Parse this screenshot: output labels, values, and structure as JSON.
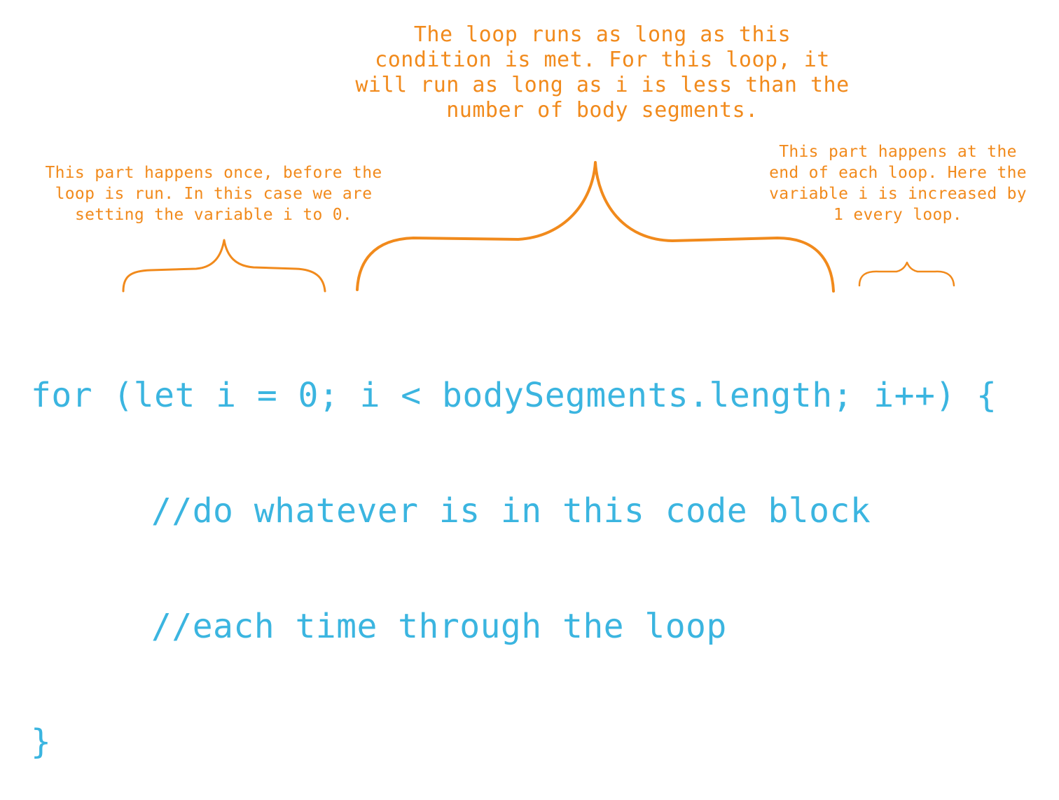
{
  "annotations": {
    "condition": [
      "The loop runs as long as this",
      "condition is met. For this loop, it",
      "will run as long as i is less than the",
      "number of body segments."
    ],
    "initialization": [
      "This part happens once, before the",
      "loop is run. In this case we are",
      "setting the variable i to 0."
    ],
    "increment": [
      "This part happens at the",
      "end of each loop. Here the",
      "variable i is increased by",
      "1 every loop."
    ]
  },
  "code": {
    "line1": "for (let i = 0; i < bodySegments.length; i++) {",
    "line2": "//do whatever is in this code block",
    "line3": "//each time through the loop",
    "line4": "}"
  },
  "colors": {
    "annotation": "#f18a1c",
    "code": "#3bb5e0",
    "background": "#ffffff"
  }
}
